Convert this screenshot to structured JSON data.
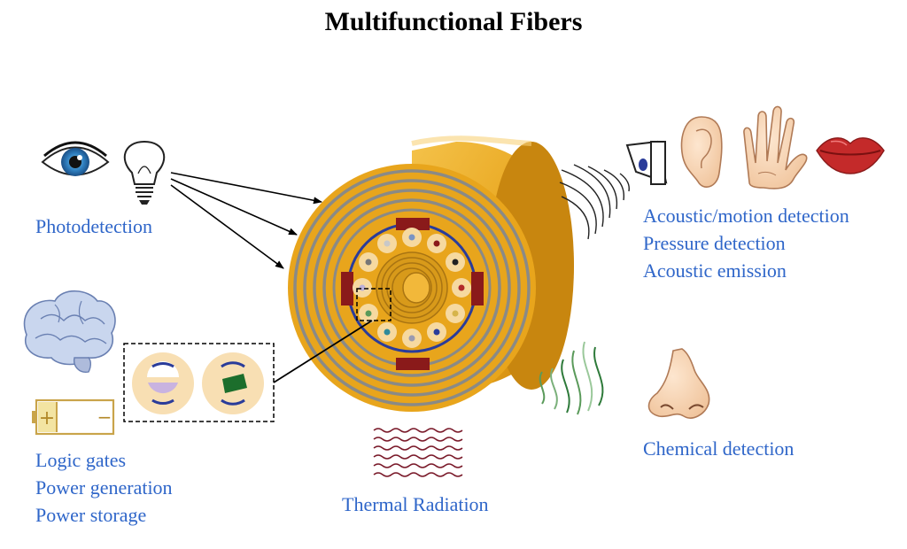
{
  "title": "Multifunctional Fibers",
  "labels": {
    "photodetection": "Photodetection",
    "acoustic_motion": "Acoustic/motion detection",
    "pressure": "Pressure detection",
    "acoustic_emission": "Acoustic emission",
    "chemical": "Chemical detection",
    "thermal": "Thermal Radiation",
    "logic_gates": "Logic gates",
    "power_generation": "Power generation",
    "power_storage": "Power storage"
  },
  "battery": {
    "plus": "+",
    "minus": "−"
  },
  "icons": [
    "eye-icon",
    "light-bulb-icon",
    "brain-icon",
    "battery-icon",
    "speaker-icon",
    "ear-icon",
    "hand-icon",
    "lips-icon",
    "nose-icon",
    "sound-waves-icon",
    "odor-waves-icon",
    "heat-waves-icon"
  ],
  "colors": {
    "label_blue": "#2f66c9",
    "fiber_gold": "#e8a51c",
    "fiber_ring": "#8a8a86",
    "inner_ring": "#2a3c9a",
    "electrode": "#8a1a1a",
    "core_fill": "#f6d9a0"
  }
}
